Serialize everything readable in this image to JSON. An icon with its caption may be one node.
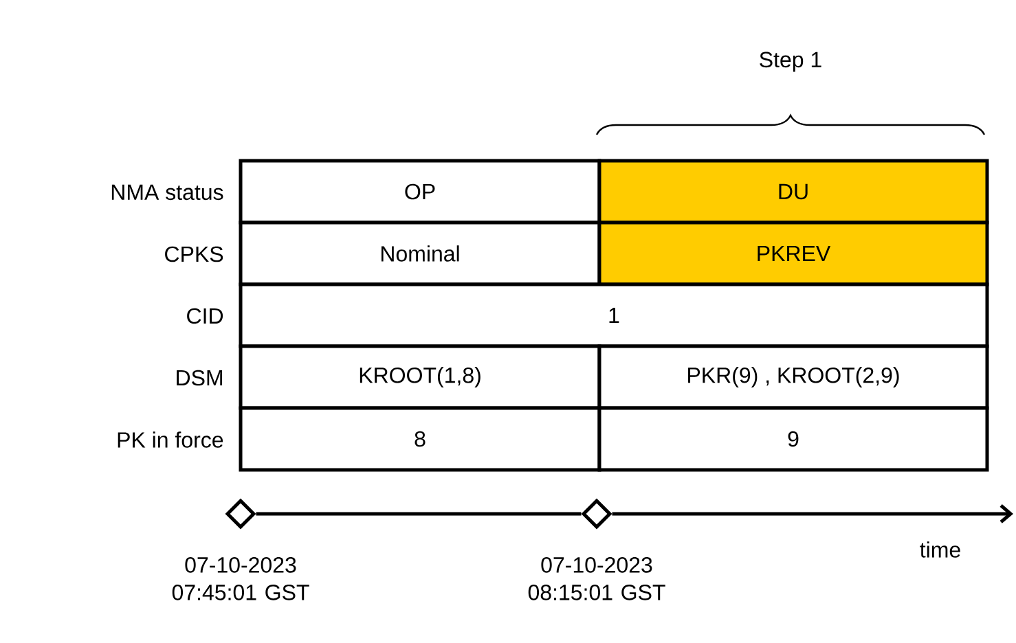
{
  "diagram": {
    "nodes": [
      {
        "text": [
          "OP"
        ]
      },
      {
        "text": [
          "DU"
        ]
      },
      {
        "text": [
          "Nominal"
        ]
      },
      {
        "text": [
          "PKREV"
        ]
      },
      {
        "text": [
          "1"
        ]
      },
      {
        "text": [
          "KROOT(1,8)"
        ]
      },
      {
        "text": [
          "PKR(9) , KROOT(2,9)"
        ]
      },
      {
        "text": [
          "8"
        ]
      },
      {
        "text": [
          "9"
        ]
      },
      {
        "text": [],
        "shape": "diamond",
        "beside": [
          "07-10-2023 07:45:01 GST"
        ]
      },
      {
        "text": [],
        "shape": "diamond",
        "beside": [
          "07-10-2023 08:15:01 GST"
        ]
      }
    ],
    "edges": [
      {
        "from": 9,
        "to": 10,
        "arrow": "none"
      },
      {
        "from": 10,
        "to": null,
        "arrow": "to"
      }
    ],
    "labels": [
      "Step 1",
      "NMA status",
      "CPKS",
      "CID",
      "DSM",
      "PK in force",
      "time"
    ]
  }
}
